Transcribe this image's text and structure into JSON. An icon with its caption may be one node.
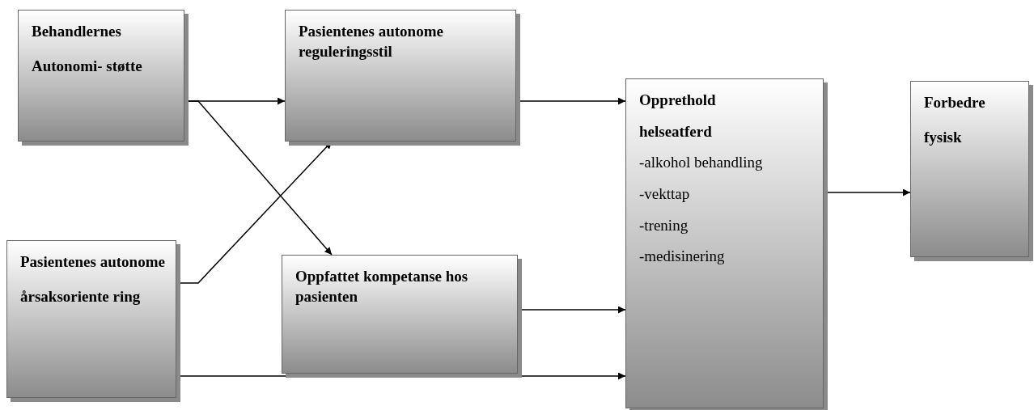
{
  "diagram": {
    "nodes": [
      {
        "text": [
          "Behandlernes",
          "Autonomi- støtte"
        ]
      },
      {
        "text": [
          "Pasientenes autonome reguleringsstil"
        ]
      },
      {
        "text": [
          "Pasientenes autonome",
          "årsaksoriente ring"
        ]
      },
      {
        "text": [
          "Oppfattet kompetanse hos pasienten"
        ]
      },
      {
        "text": [
          "Opprethold",
          "helseatferd",
          "-alkohol behandling",
          "-vekttap",
          "-trening",
          "-medisinering"
        ]
      },
      {
        "text": [
          "Forbedre",
          "fysisk"
        ]
      }
    ],
    "edges": [
      {
        "from": 0,
        "to": 1,
        "arrow": "to"
      },
      {
        "from": 0,
        "to": 3,
        "arrow": "to"
      },
      {
        "from": 2,
        "to": 1,
        "arrow": "to"
      },
      {
        "from": 1,
        "to": 4,
        "arrow": "to"
      },
      {
        "from": 3,
        "to": 4,
        "arrow": "to"
      },
      {
        "from": 2,
        "to": 4,
        "arrow": "to"
      },
      {
        "from": 4,
        "to": 5,
        "arrow": "to"
      }
    ]
  }
}
